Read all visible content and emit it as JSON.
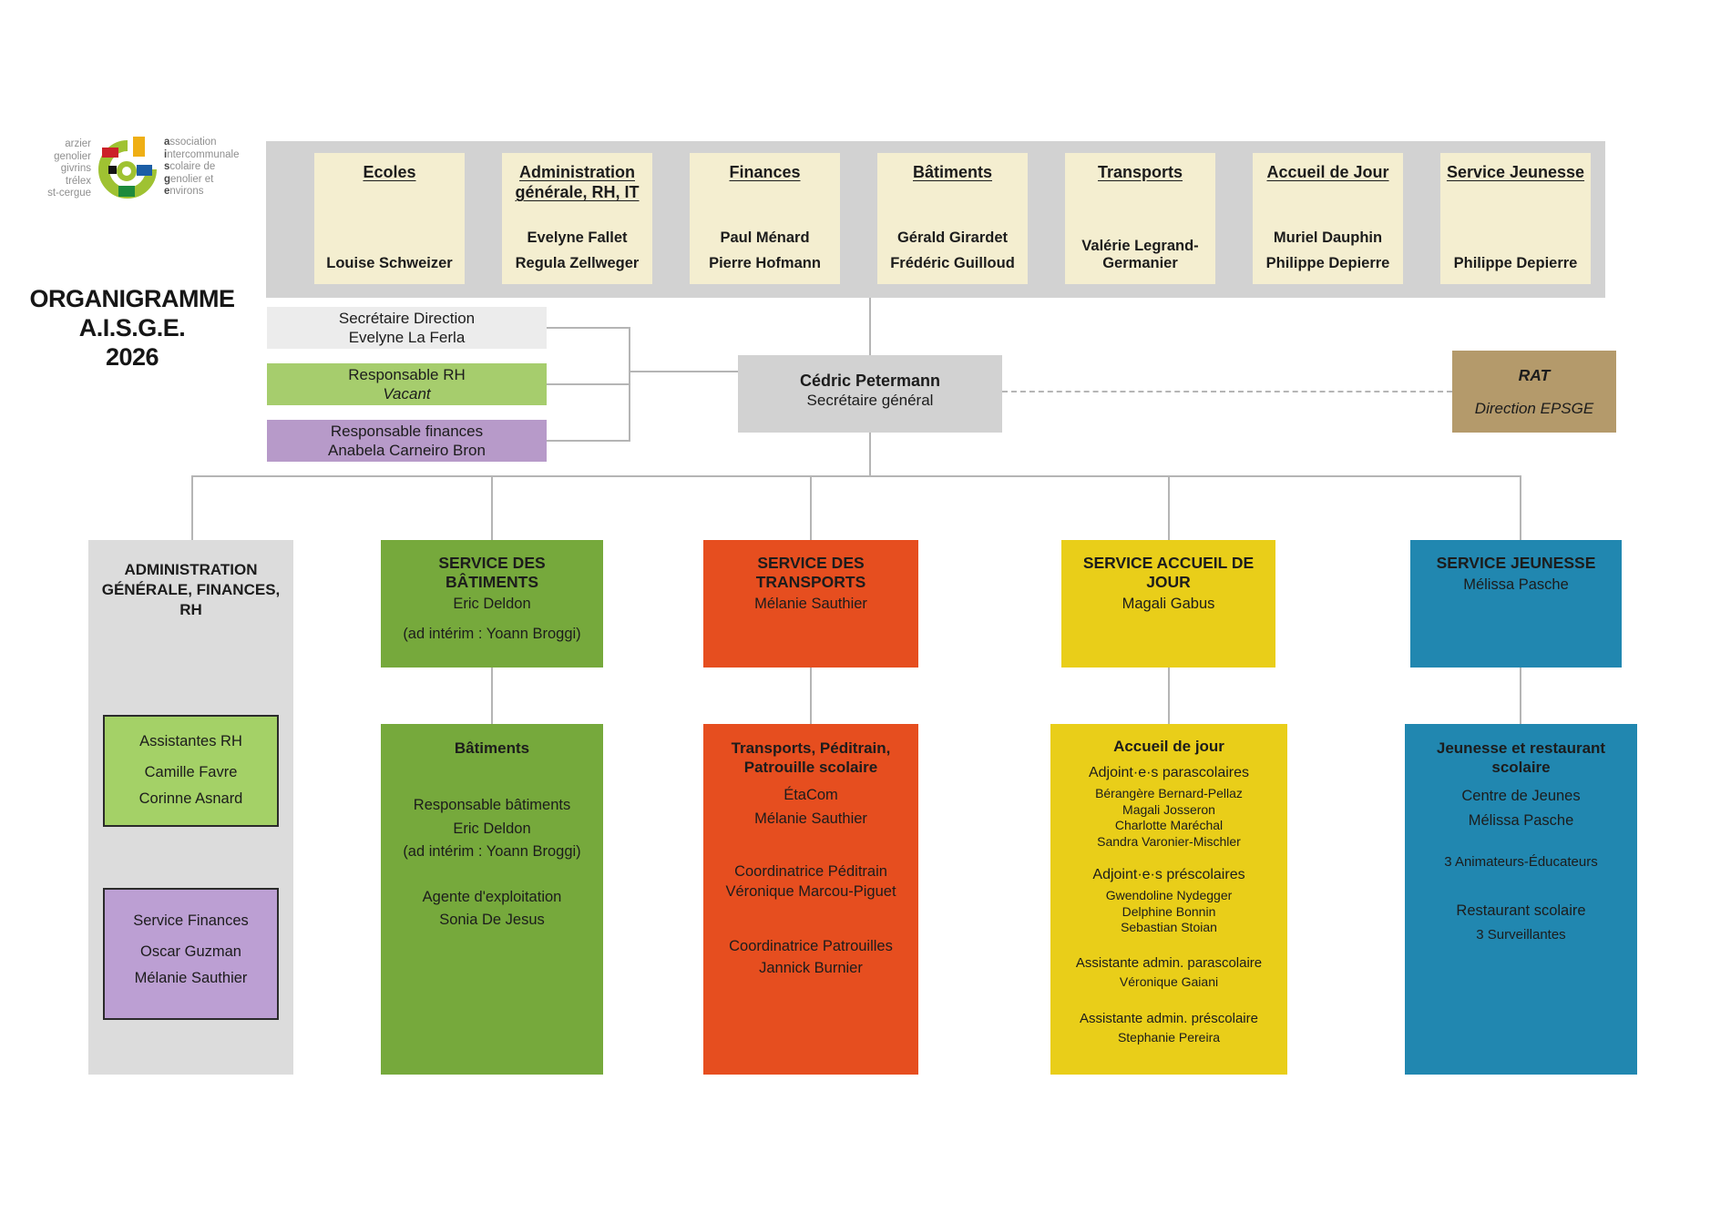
{
  "title": {
    "line1": "ORGANIGRAMME",
    "line2": "A.I.S.G.E.",
    "line3": "2026"
  },
  "logo": {
    "communes": [
      "arzier",
      "genolier",
      "givrins",
      "trélex",
      "st-cergue"
    ],
    "association": [
      "association",
      "intercommunale",
      "scolaire de",
      "genolier et",
      "environs"
    ]
  },
  "top_row": {
    "boxes": [
      {
        "title": "Ecoles",
        "names": [
          "Louise Schweizer"
        ]
      },
      {
        "title_line1": "Administration",
        "title_line2": "générale, RH, IT",
        "names": [
          "Evelyne Fallet",
          "Regula Zellweger"
        ]
      },
      {
        "title": "Finances",
        "names": [
          "Paul Ménard",
          "Pierre Hofmann"
        ]
      },
      {
        "title": "Bâtiments",
        "names": [
          "Gérald Girardet",
          "Frédéric Guilloud"
        ]
      },
      {
        "title": "Transports",
        "names": [
          "Valérie Legrand-Germanier"
        ]
      },
      {
        "title": "Accueil de Jour",
        "names": [
          "Muriel Dauphin",
          "Philippe Depierre"
        ]
      },
      {
        "title": "Service Jeunesse",
        "names": [
          "Philippe Depierre"
        ]
      }
    ]
  },
  "direction": {
    "secretaire_direction": {
      "role": "Secrétaire Direction",
      "name": "Evelyne La Ferla"
    },
    "responsable_rh": {
      "role": "Responsable RH",
      "name": "Vacant"
    },
    "responsable_finances": {
      "role": "Responsable finances",
      "name": "Anabela Carneiro Bron"
    },
    "secretaire_general": {
      "name": "Cédric Petermann",
      "role": "Secrétaire général"
    },
    "rat": {
      "name": "RAT",
      "role": "Direction EPSGE"
    }
  },
  "columns": {
    "admin": {
      "title_lines": [
        "ADMINISTRATION",
        "GÉNÉRALE, FINANCES,",
        "RH"
      ],
      "rh_box": {
        "title": "Assistantes RH",
        "names": [
          "Camille Favre",
          "Corinne Asnard"
        ]
      },
      "finance_box": {
        "title": "Service Finances",
        "names": [
          "Oscar Guzman",
          "Mélanie Sauthier"
        ]
      }
    },
    "batiments": {
      "header": {
        "title_line1": "SERVICE DES",
        "title_line2": "BÂTIMENTS",
        "name": "Eric Deldon",
        "note": "(ad intérim : Yoann Broggi)"
      },
      "body": {
        "title": "Bâtiments",
        "role1": "Responsable bâtiments",
        "name1": "Eric Deldon",
        "note1": "(ad intérim : Yoann Broggi)",
        "role2": "Agente d'exploitation",
        "name2": "Sonia De Jesus"
      }
    },
    "transports": {
      "header": {
        "title_line1": "SERVICE DES",
        "title_line2": "TRANSPORTS",
        "name": "Mélanie Sauthier"
      },
      "body": {
        "title": "Transports, Péditrain, Patrouille scolaire",
        "org": "ÉtaCom",
        "name1": "Mélanie Sauthier",
        "role2": "Coordinatrice Péditrain",
        "name2": "Véronique Marcou-Piguet",
        "role3": "Coordinatrice Patrouilles",
        "name3": "Jannick Burnier"
      }
    },
    "accueil": {
      "header": {
        "title_line1": "SERVICE ACCUEIL DE",
        "title_line2": "JOUR",
        "name": "Magali Gabus"
      },
      "body": {
        "title": "Accueil de jour",
        "group1_title": "Adjoint·e·s parascolaires",
        "group1_names": [
          "Bérangère Bernard-Pellaz",
          "Magali Josseron",
          "Charlotte Maréchal",
          "Sandra Varonier-Mischler"
        ],
        "group2_title": "Adjoint·e·s préscolaires",
        "group2_names": [
          "Gwendoline Nydegger",
          "Delphine Bonnin",
          "Sebastian Stoian"
        ],
        "role3": "Assistante admin. parascolaire",
        "name3": "Véronique Gaiani",
        "role4": "Assistante admin. préscolaire",
        "name4": "Stephanie Pereira"
      }
    },
    "jeunesse": {
      "header": {
        "title_line1": "SERVICE JEUNESSE",
        "name": "Mélissa Pasche"
      },
      "body": {
        "title": "Jeunesse et restaurant scolaire",
        "sub1": "Centre de Jeunes",
        "name1": "Mélissa Pasche",
        "staff1": "3 Animateurs-Éducateurs",
        "sub2": "Restaurant scolaire",
        "staff2": "3 Surveillantes"
      }
    }
  },
  "colors": {
    "band": "#d2d2d2",
    "cream": "#f4eed0",
    "graybox": "#ececec",
    "greenlight": "#a6cd6d",
    "purplelight": "#b79ac9",
    "cedric": "#d2d2d2",
    "rat": "#b49a6b",
    "col1": "#dcdcdc",
    "greeninner": "#a4d167",
    "purpleinner": "#bc9fd3",
    "col2": "#76a93c",
    "col3": "#e64e1f",
    "col4": "#e9ce19",
    "col5": "#2187b0",
    "line": "#b5b5b5",
    "text": "#1c1c1c"
  }
}
